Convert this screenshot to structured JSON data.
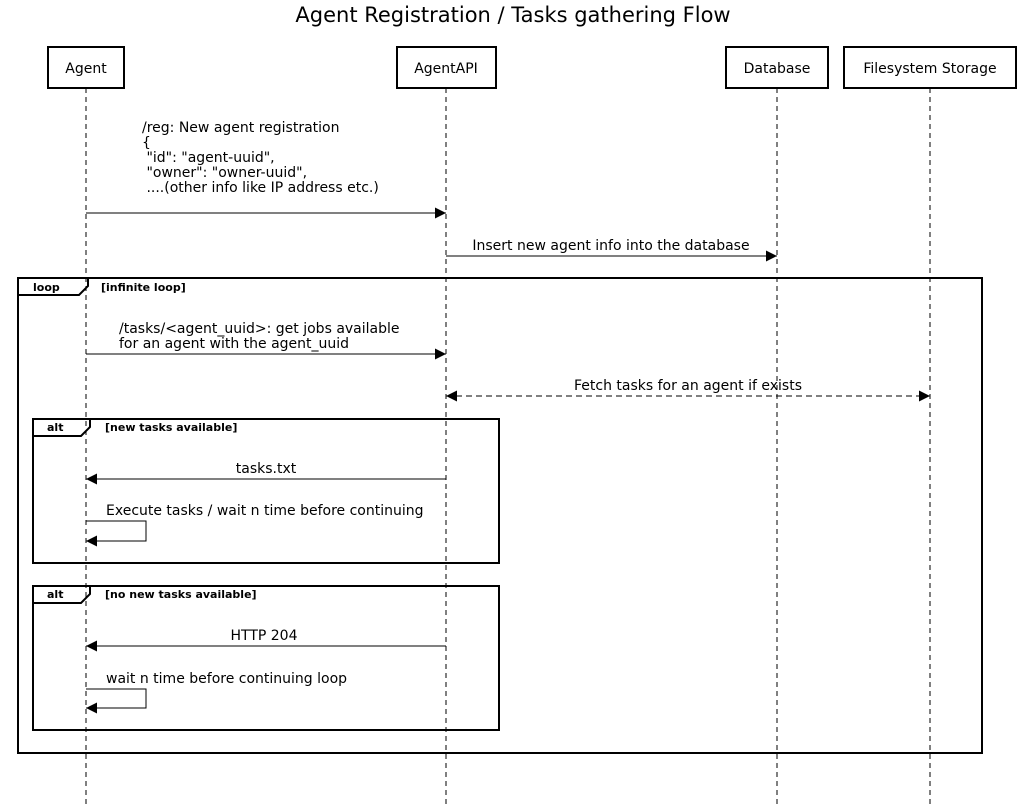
{
  "title": "Agent Registration / Tasks gathering Flow",
  "participants": [
    {
      "id": "agent",
      "label": "Agent"
    },
    {
      "id": "api",
      "label": "AgentAPI"
    },
    {
      "id": "db",
      "label": "Database"
    },
    {
      "id": "fs",
      "label": "Filesystem Storage"
    }
  ],
  "messages": [
    {
      "from": "agent",
      "to": "api",
      "style": "solid",
      "lines": [
        "/reg: New agent registration",
        "{",
        " \"id\": \"agent-uuid\",",
        " \"owner\": \"owner-uuid\",",
        " ....(other info like IP address etc.)"
      ]
    },
    {
      "from": "api",
      "to": "db",
      "style": "solid",
      "lines": [
        "Insert new agent info into the database"
      ]
    },
    {
      "from": "agent",
      "to": "api",
      "style": "solid",
      "lines": [
        "/tasks/<agent_uuid>: get jobs available",
        "for an agent with the agent_uuid"
      ]
    },
    {
      "from": "api",
      "to": "fs",
      "style": "dashed-both",
      "lines": [
        "Fetch tasks for an agent if exists"
      ]
    },
    {
      "from": "api",
      "to": "agent",
      "style": "solid",
      "lines": [
        "tasks.txt"
      ]
    },
    {
      "from": "agent",
      "to": "agent",
      "style": "self",
      "lines": [
        "Execute tasks / wait n time before continuing"
      ]
    },
    {
      "from": "api",
      "to": "agent",
      "style": "solid",
      "lines": [
        "HTTP 204"
      ]
    },
    {
      "from": "agent",
      "to": "agent",
      "style": "self",
      "lines": [
        "wait n time before continuing loop"
      ]
    }
  ],
  "fragments": [
    {
      "operator": "loop",
      "guard": "[infinite loop]"
    },
    {
      "operator": "alt",
      "guard": "[new tasks available]"
    },
    {
      "operator": "alt",
      "guard": "[no new tasks available]"
    }
  ]
}
